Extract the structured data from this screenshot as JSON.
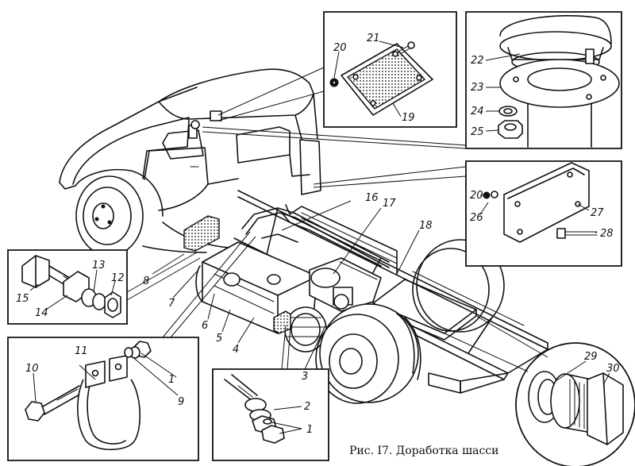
{
  "caption": "Рис. I7. Доработка шасси",
  "callouts": {
    "c1a": "1",
    "c1b": "1",
    "c2": "2",
    "c3": "3",
    "c4": "4",
    "c5": "5",
    "c6": "6",
    "c7": "7",
    "c8": "8",
    "c9": "9",
    "c10": "10",
    "c11": "11",
    "c12": "12",
    "c13": "13",
    "c14": "14",
    "c15": "15",
    "c16": "16",
    "c17": "17",
    "c18": "18",
    "c19": "19",
    "c20a": "20",
    "c20b": "20",
    "c21": "21",
    "c22": "22",
    "c23": "23",
    "c24": "24",
    "c25": "25",
    "c26": "26",
    "c27": "27",
    "c28": "28",
    "c29": "29",
    "c30": "30"
  }
}
